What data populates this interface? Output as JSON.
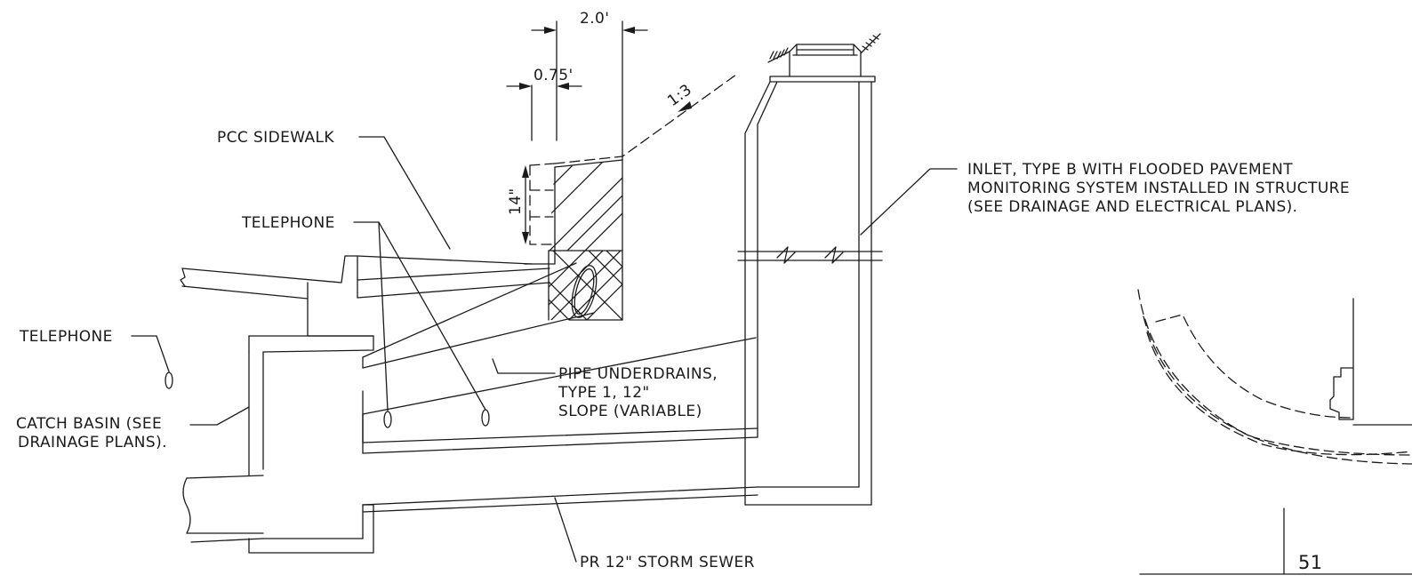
{
  "labels": {
    "pcc_sidewalk": "PCC SIDEWALK",
    "telephone_top": "TELEPHONE",
    "telephone_left": "TELEPHONE",
    "catch_basin_1": "CATCH BASIN (SEE",
    "catch_basin_2": "DRAINAGE PLANS).",
    "pipe_underdrains_1": "PIPE UNDERDRAINS,",
    "pipe_underdrains_2": "TYPE 1, 12\"",
    "pipe_underdrains_3": "SLOPE (VARIABLE)",
    "storm_sewer": "PR 12\" STORM SEWER",
    "inlet_1": "INLET, TYPE B WITH FLOODED PAVEMENT",
    "inlet_2": "MONITORING SYSTEM INSTALLED IN STRUCTURE",
    "inlet_3": "(SEE DRAINAGE AND ELECTRICAL PLANS)."
  },
  "dimensions": {
    "width_top": "2.0'",
    "width_curb": "0.75'",
    "height_curb": "14\"",
    "slope": "1:3"
  },
  "page_number": "51"
}
